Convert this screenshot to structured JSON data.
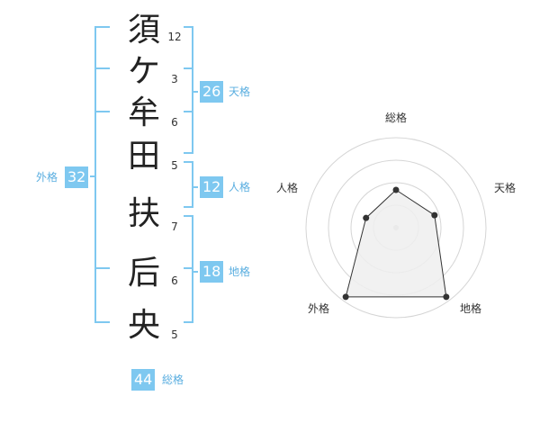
{
  "name": {
    "characters": [
      "須",
      "ケ",
      "牟",
      "田",
      "扶",
      "后",
      "央"
    ],
    "strokes": [
      "12",
      "3",
      "6",
      "5",
      "7",
      "6",
      "5"
    ]
  },
  "fortunes": {
    "tenkaku": {
      "label": "天格",
      "value": "26"
    },
    "jinkaku": {
      "label": "人格",
      "value": "12"
    },
    "chikaku": {
      "label": "地格",
      "value": "18"
    },
    "gaikaku": {
      "label": "外格",
      "value": "32"
    },
    "soukaku": {
      "label": "総格",
      "value": "44"
    }
  },
  "radar": {
    "axes": [
      "総格",
      "天格",
      "地格",
      "外格",
      "人格"
    ],
    "levels": 4,
    "values": [
      0.42,
      0.45,
      0.95,
      0.95,
      0.35
    ],
    "line_color": "#333333",
    "fill_color": "#eeeeee",
    "ring_color": "#d5d5d5"
  },
  "colors": {
    "bracket": "#7ec8f0",
    "badge": "#7ec8f0",
    "badge_label": "#5aaee0"
  }
}
